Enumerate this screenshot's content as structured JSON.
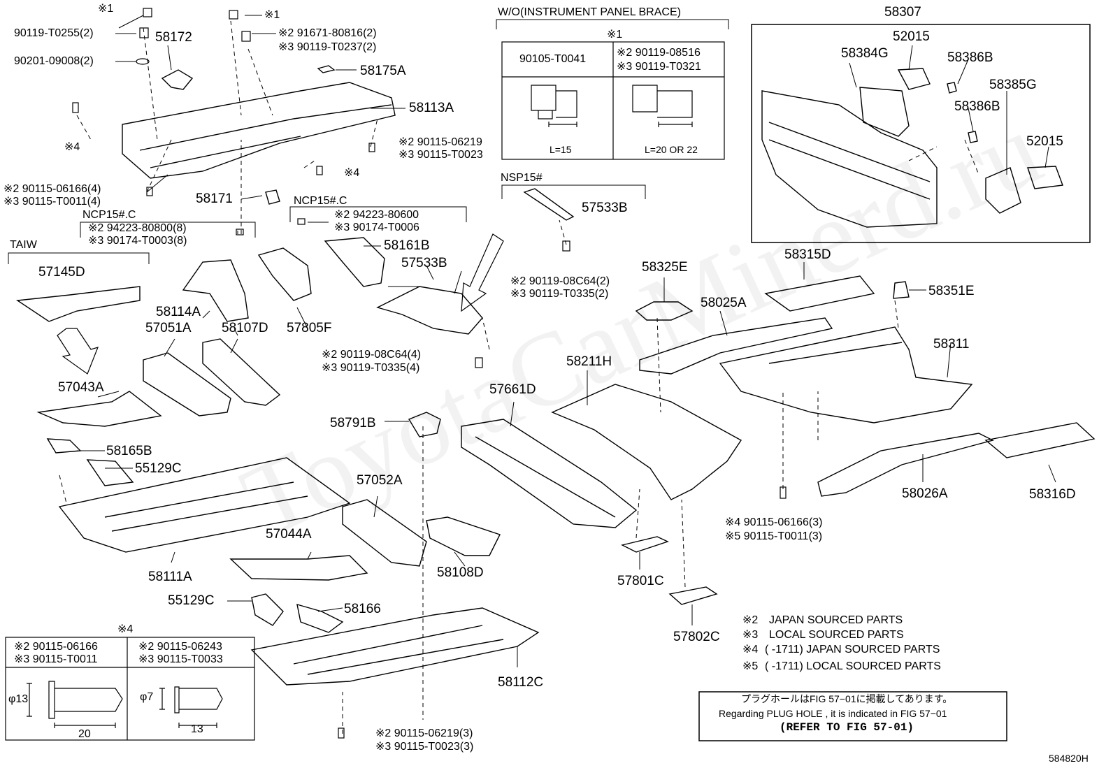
{
  "diagram_id": "584820H",
  "watermark": "ToyotaCarMinerd.ru",
  "part_labels": [
    {
      "id": "58172",
      "text": "58172"
    },
    {
      "id": "58175A",
      "text": "58175A"
    },
    {
      "id": "58113A",
      "text": "58113A"
    },
    {
      "id": "58171",
      "text": "58171"
    },
    {
      "id": "57145D",
      "text": "57145D"
    },
    {
      "id": "58114A",
      "text": "58114A"
    },
    {
      "id": "58107D",
      "text": "58107D"
    },
    {
      "id": "57805F",
      "text": "57805F"
    },
    {
      "id": "58161B",
      "text": "58161B"
    },
    {
      "id": "57533B_a",
      "text": "57533B"
    },
    {
      "id": "57533B_b",
      "text": "57533B"
    },
    {
      "id": "57051A",
      "text": "57051A"
    },
    {
      "id": "57043A",
      "text": "57043A"
    },
    {
      "id": "58165B",
      "text": "58165B"
    },
    {
      "id": "55129C_a",
      "text": "55129C"
    },
    {
      "id": "58111A",
      "text": "58111A"
    },
    {
      "id": "57052A",
      "text": "57052A"
    },
    {
      "id": "57044A",
      "text": "57044A"
    },
    {
      "id": "58108D",
      "text": "58108D"
    },
    {
      "id": "55129C_b",
      "text": "55129C"
    },
    {
      "id": "58166",
      "text": "58166"
    },
    {
      "id": "58112C",
      "text": "58112C"
    },
    {
      "id": "58791B",
      "text": "58791B"
    },
    {
      "id": "57661D",
      "text": "57661D"
    },
    {
      "id": "58211H",
      "text": "58211H"
    },
    {
      "id": "57801C",
      "text": "57801C"
    },
    {
      "id": "57802C",
      "text": "57802C"
    },
    {
      "id": "58325E",
      "text": "58325E"
    },
    {
      "id": "58025A",
      "text": "58025A"
    },
    {
      "id": "58315D",
      "text": "58315D"
    },
    {
      "id": "58351E",
      "text": "58351E"
    },
    {
      "id": "58311",
      "text": "58311"
    },
    {
      "id": "58026A",
      "text": "58026A"
    },
    {
      "id": "58316D",
      "text": "58316D"
    },
    {
      "id": "58307",
      "text": "58307"
    },
    {
      "id": "52015_a",
      "text": "52015"
    },
    {
      "id": "58384G",
      "text": "58384G"
    },
    {
      "id": "58386B_a",
      "text": "58386B"
    },
    {
      "id": "58385G",
      "text": "58385G"
    },
    {
      "id": "58386B_b",
      "text": "58386B"
    },
    {
      "id": "52015_b",
      "text": "52015"
    }
  ],
  "fastener_labels": [
    {
      "id": "f1",
      "text": "※1"
    },
    {
      "id": "f2",
      "text": "90119-T0255(2)"
    },
    {
      "id": "f3",
      "text": "90201-09008(2)"
    },
    {
      "id": "f4",
      "text": "※1"
    },
    {
      "id": "f5",
      "text": "※2 91671-80816(2)"
    },
    {
      "id": "f6",
      "text": "※3 90119-T0237(2)"
    },
    {
      "id": "f7",
      "text": "※4"
    },
    {
      "id": "f8",
      "text": "※2 90115-06219"
    },
    {
      "id": "f9",
      "text": "※3 90115-T0023"
    },
    {
      "id": "f10",
      "text": "※4"
    },
    {
      "id": "f11",
      "text": "※2 90115-06166(4)"
    },
    {
      "id": "f12",
      "text": "※3 90115-T0011(4)"
    },
    {
      "id": "f13",
      "text": "NCP15#.C"
    },
    {
      "id": "f14",
      "text": "※2 94223-80800(8)"
    },
    {
      "id": "f15",
      "text": "※3 90174-T0003(8)"
    },
    {
      "id": "f16",
      "text": "NCP15#.C"
    },
    {
      "id": "f17",
      "text": "※2 94223-80600"
    },
    {
      "id": "f18",
      "text": "※3 90174-T0006"
    },
    {
      "id": "f19",
      "text": "TAIW"
    },
    {
      "id": "f20",
      "text": "NSP15#"
    },
    {
      "id": "f21",
      "text": "※2 90119-08C64(2)"
    },
    {
      "id": "f22",
      "text": "※3 90119-T0335(2)"
    },
    {
      "id": "f23",
      "text": "※2 90119-08C64(4)"
    },
    {
      "id": "f24",
      "text": "※3 90119-T0335(4)"
    },
    {
      "id": "f25",
      "text": "※4 90115-06166(3)"
    },
    {
      "id": "f26",
      "text": "※5 90115-T0011(3)"
    },
    {
      "id": "f27",
      "text": "※2 90115-06219(3)"
    },
    {
      "id": "f28",
      "text": "※3 90115-T0023(3)"
    }
  ],
  "panel_brace": {
    "title": "W/O(INSTRUMENT PANEL BRACE)",
    "note": "※1",
    "col1_part": "90105-T0041",
    "col2_line1": "※2 90119-08516",
    "col2_line2": "※3 90119-T0321",
    "col1_length": "L=15",
    "col2_length": "L=20 OR 22"
  },
  "bolt_box": {
    "note": "※4",
    "col1_line1": "※2 90115-06166",
    "col1_line2": "※3 90115-T0011",
    "col2_line1": "※2 90115-06243",
    "col2_line2": "※3 90115-T0033",
    "dia1": "φ13",
    "dia2": "φ7",
    "len1": "20",
    "len2": "13"
  },
  "legend": [
    {
      "mark": "※2",
      "text": "JAPAN SOURCED PARTS"
    },
    {
      "mark": "※3",
      "text": "LOCAL SOURCED PARTS"
    },
    {
      "mark": "※4",
      "text": "(     -1711) JAPAN SOURCED PARTS"
    },
    {
      "mark": "※5",
      "text": "(     -1711) LOCAL SOURCED PARTS"
    }
  ],
  "plug_note": {
    "japanese": "プラグホールはFIG 57−01に掲載してあります。",
    "english": "Regarding  PLUG  HOLE , it is indicated in FIG  57−01",
    "refer": "(REFER TO FIG 57-01)"
  }
}
